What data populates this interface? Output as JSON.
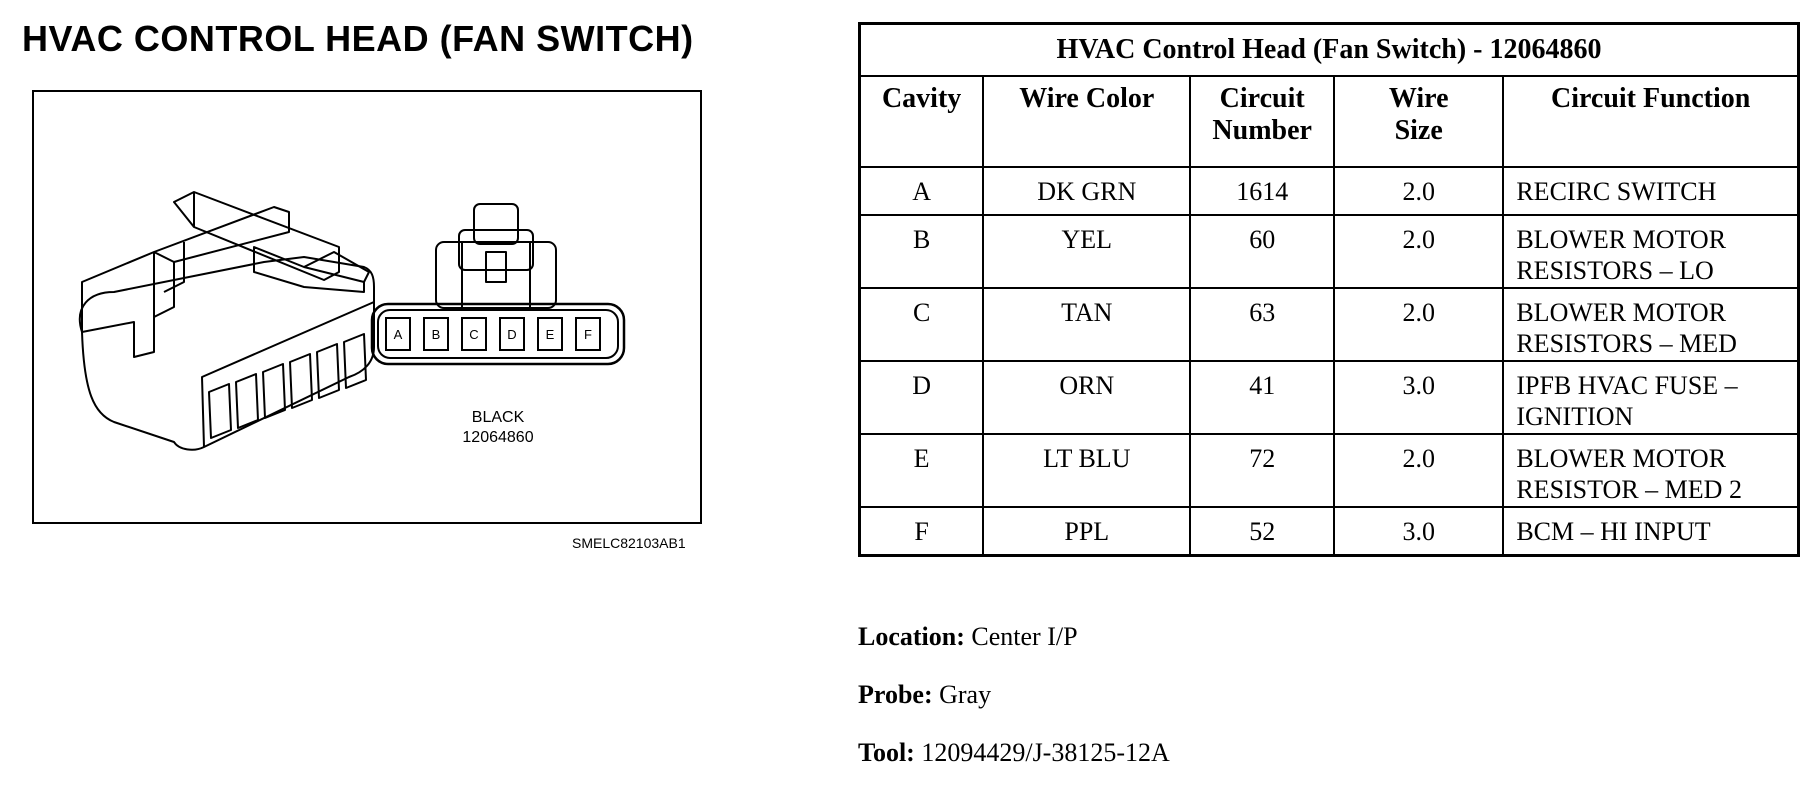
{
  "diagram": {
    "title": "HVAC CONTROL HEAD (FAN SWITCH)",
    "connector_color": "BLACK",
    "connector_part": "12064860",
    "reference": "SMELC82103AB1",
    "cavity_labels": [
      "A",
      "B",
      "C",
      "D",
      "E",
      "F"
    ]
  },
  "table": {
    "title": "HVAC Control Head (Fan Switch) - 12064860",
    "headers": {
      "cavity": "Cavity",
      "wire_color": "Wire Color",
      "circuit_number_1": "Circuit",
      "circuit_number_2": "Number",
      "wire_size_1": "Wire",
      "wire_size_2": "Size",
      "circuit_function": "Circuit Function"
    },
    "rows": [
      {
        "cavity": "A",
        "wire_color": "DK GRN",
        "circuit": "1614",
        "size": "2.0",
        "func1": "RECIRC SWITCH",
        "func2": ""
      },
      {
        "cavity": "B",
        "wire_color": "YEL",
        "circuit": "60",
        "size": "2.0",
        "func1": "BLOWER MOTOR",
        "func2": "RESISTORS – LO"
      },
      {
        "cavity": "C",
        "wire_color": "TAN",
        "circuit": "63",
        "size": "2.0",
        "func1": "BLOWER MOTOR",
        "func2": "RESISTORS – MED"
      },
      {
        "cavity": "D",
        "wire_color": "ORN",
        "circuit": "41",
        "size": "3.0",
        "func1": "IPFB HVAC FUSE –",
        "func2": "IGNITION"
      },
      {
        "cavity": "E",
        "wire_color": "LT BLU",
        "circuit": "72",
        "size": "2.0",
        "func1": "BLOWER MOTOR",
        "func2": "RESISTOR – MED 2"
      },
      {
        "cavity": "F",
        "wire_color": "PPL",
        "circuit": "52",
        "size": "3.0",
        "func1": "BCM – HI INPUT",
        "func2": ""
      }
    ]
  },
  "notes": {
    "location_label": "Location:",
    "location_value": "Center I/P",
    "probe_label": "Probe:",
    "probe_value": "Gray",
    "tool_label": "Tool:",
    "tool_value": "12094429/J-38125-12A"
  }
}
